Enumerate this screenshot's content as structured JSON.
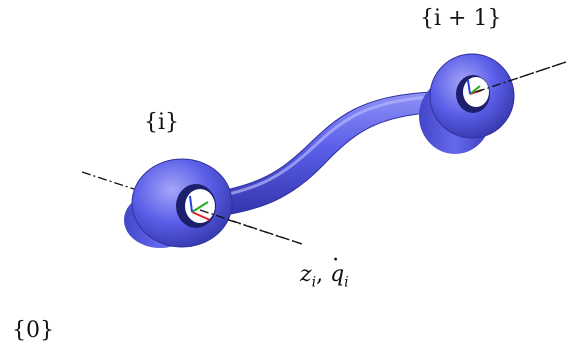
{
  "labels": {
    "frame_next": "{i + 1}",
    "frame_i": "{i}",
    "joint_z": "z",
    "joint_sub": "i",
    "joint_sep": ", ",
    "joint_q": "q",
    "joint_q_sub": "i",
    "frame_base": "{0}"
  },
  "colors": {
    "link_main": "#5a5de8",
    "link_dark": "#3436b0",
    "link_light": "#9a9cf5",
    "axis_x": "#e02020",
    "axis_y": "#20b020",
    "axis_z": "#2040e0",
    "axis_line": "#111111"
  }
}
